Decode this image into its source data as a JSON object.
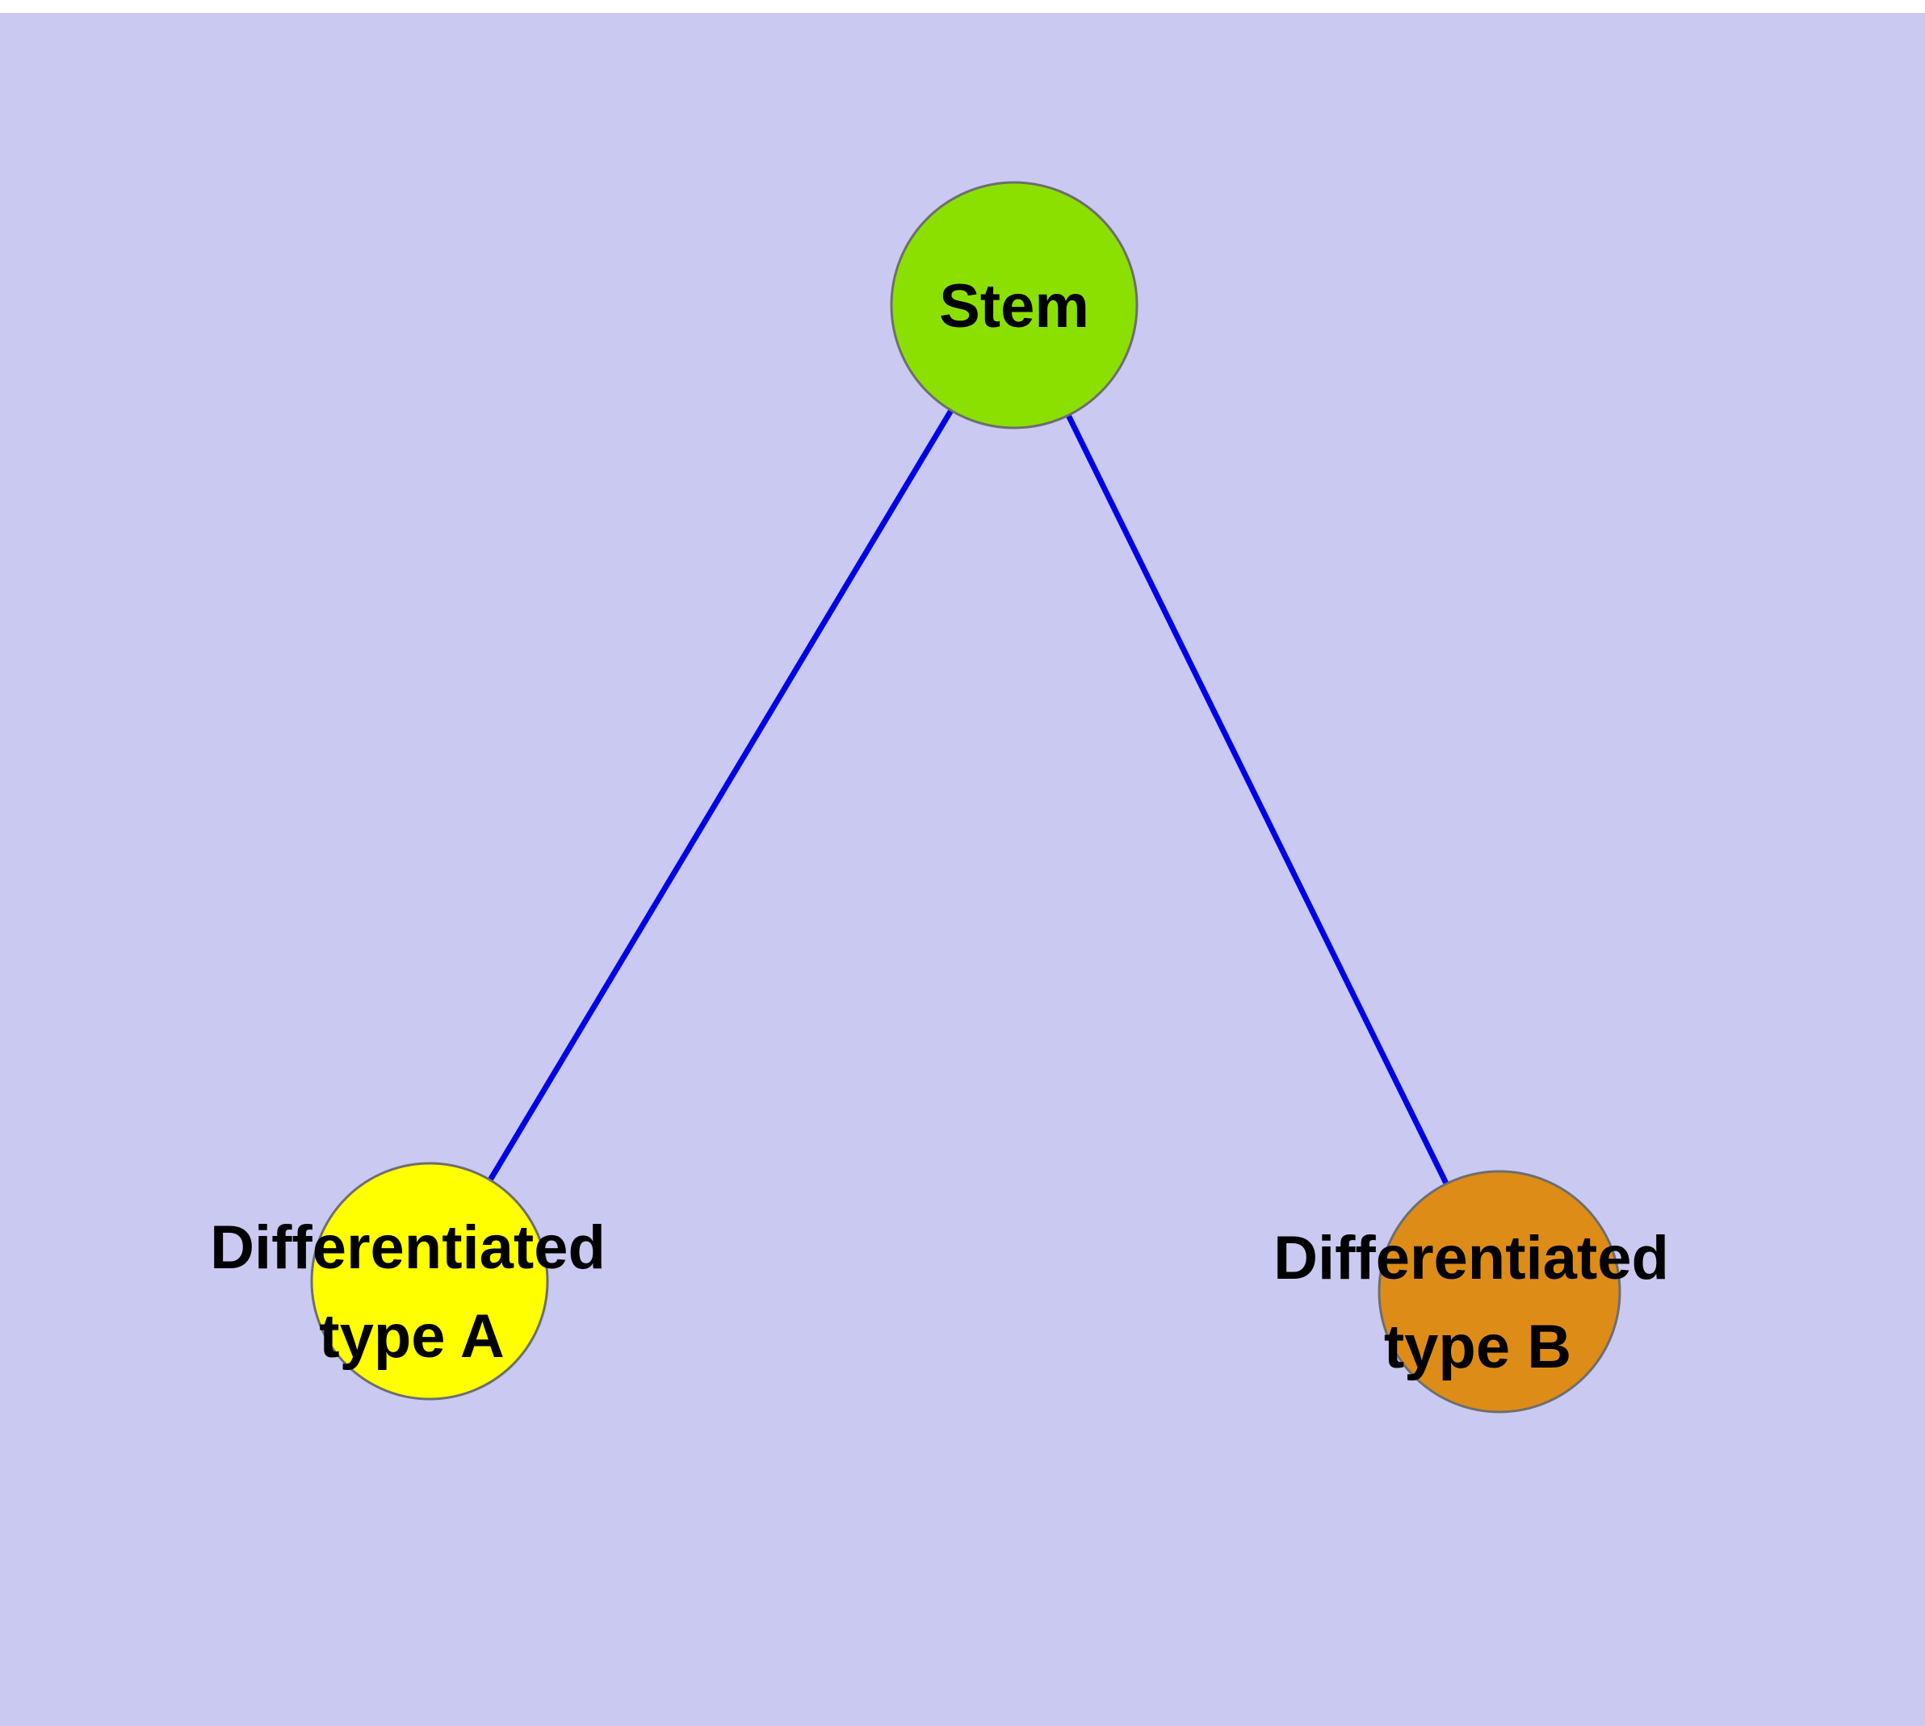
{
  "figure": {
    "background_color": "#c9c9f1",
    "top_margin_color": "#ffffff",
    "edge_color": "#0000e8",
    "node_border_color": "#6e6e6e",
    "label_color": "#000000",
    "nodes": [
      {
        "id": "stem",
        "label": "Stem",
        "fill": "#8ce000"
      },
      {
        "id": "differentiated-type-a",
        "label_line1": "Differentiated",
        "label_line2": "type A",
        "fill": "#ffff00"
      },
      {
        "id": "differentiated-type-b",
        "label_line1": "Differentiated",
        "label_line2": "type B",
        "fill": "#dd8c18"
      }
    ],
    "edges": [
      {
        "from": "stem",
        "to": "differentiated-type-a"
      },
      {
        "from": "stem",
        "to": "differentiated-type-b"
      }
    ]
  }
}
